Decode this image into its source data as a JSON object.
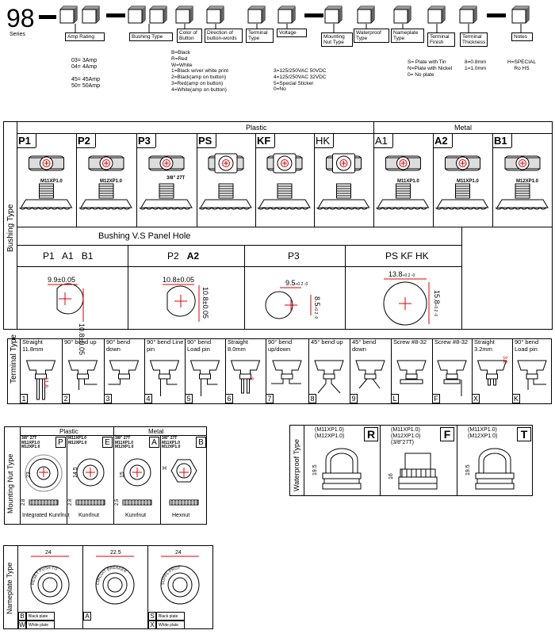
{
  "series": {
    "number": "98",
    "label": "Series"
  },
  "fields": [
    {
      "label": "Amp Rating"
    },
    {
      "label": "Bushing Type"
    },
    {
      "label": "Color of Button"
    },
    {
      "label": "Direction of button-words"
    },
    {
      "label": "Terminal Type"
    },
    {
      "label": "Voltage"
    },
    {
      "label": "Mounting Nut Type"
    },
    {
      "label": "Waterproof Type"
    },
    {
      "label": "Nameplate Type"
    },
    {
      "label": "Terminal Finish"
    },
    {
      "label": "Terminal Thickness"
    },
    {
      "label": "Notes"
    }
  ],
  "amp_options": [
    "03= 3Amp",
    "04= 4Amp",
    ".",
    "45= 45Amp",
    "50= 50Amp"
  ],
  "color_options": [
    "B=Black",
    "R=Red",
    "W=White",
    "1=Black w/ver white print",
    "2=Black(amp on button)",
    "3=Red(amp on button)",
    "4=White(amp on button)"
  ],
  "voltage_options": [
    "3=125/250VAC 50VDC",
    "4=125/250VAC 32VDC",
    "5=Special Sticker",
    "0=No"
  ],
  "finish_options": [
    "S= Plate with Tin",
    "N=Plate with Nickel",
    "0= No plate"
  ],
  "thickness_options": [
    "8=0.8mm",
    "1=1.0mm"
  ],
  "notes_options": [
    "H=SPECIAL",
    "Ro HS"
  ],
  "bushing": {
    "side_label": "Bushing Type",
    "group_plastic": "Plastic",
    "group_metal": "Metal",
    "types": [
      {
        "code": "P1",
        "thread": "M11XP1.0"
      },
      {
        "code": "P2",
        "thread": "M12XP1.0"
      },
      {
        "code": "P3",
        "thread": "3/8\" 27T"
      },
      {
        "code": "PS",
        "thread": ""
      },
      {
        "code": "KF",
        "thread": ""
      },
      {
        "code": "HK",
        "thread": ""
      },
      {
        "code": "A1",
        "thread": "M11XP1.0"
      },
      {
        "code": "A2",
        "thread": "M11XP1.0"
      },
      {
        "code": "B1",
        "thread": "M12XP1.0"
      }
    ],
    "panel_title": "Bushing V.S Panel Hole",
    "panel": [
      {
        "head": "P1   A1   B1",
        "w": "9.9±0.05",
        "h": "10.8±0.05"
      },
      {
        "head": "P2",
        "head_bold": "A2",
        "w": "10.8±0.05",
        "h": "10.8±0.05"
      },
      {
        "head": "P3",
        "w": "9.5",
        "w_tol": "+0.2 -0",
        "h": "8.5",
        "h_tol": "+0.2 -0"
      },
      {
        "head": "PS KF HK",
        "w": "13.8",
        "w_tol": "+0.2 -0",
        "h": "15.8",
        "h_tol": "+0.2 -0"
      }
    ]
  },
  "terminal": {
    "side_label": "Terminal Type",
    "types": [
      {
        "name": "Straight 11.8mm",
        "code": "1",
        "dim": "11.8"
      },
      {
        "name": "90° bend up",
        "code": "2"
      },
      {
        "name": "90° bend down",
        "code": "3"
      },
      {
        "name": "90° bend Line pin",
        "code": "4"
      },
      {
        "name": "90° bend Load pin",
        "code": "5"
      },
      {
        "name": "Straight 8.0mm",
        "code": "6",
        "dim": "8"
      },
      {
        "name": "90° bend up/down",
        "code": "7"
      },
      {
        "name": "45° bend up",
        "code": "8"
      },
      {
        "name": "45° bend down",
        "code": "9"
      },
      {
        "name": "Screw #8-32",
        "code": "L"
      },
      {
        "name": "Screw #8-32",
        "code": "F"
      },
      {
        "name": "Straight 3.2mm",
        "code": "X",
        "dim": "3.2"
      },
      {
        "name": "90° bend Load pin",
        "code": "K"
      }
    ]
  },
  "mounting": {
    "side_label": "Mounting Nut Type",
    "group_plastic": "Plastic",
    "group_metal": "Metal",
    "items": [
      {
        "spec": [
          "3/8\" 27T",
          "M11XP1.0",
          "M12XP1.0"
        ],
        "code": "P",
        "caption": "Integrated Kunrlnut",
        "d": "23",
        "t": "2.8"
      },
      {
        "spec": [
          "M11XP1.0",
          "M12XP1.0"
        ],
        "code": "E",
        "caption": "Kunrlnut",
        "d": "14.5",
        "t": "2.8"
      },
      {
        "spec": [
          "3/8\" 27T",
          "M11XP1.0",
          "M12XP1.0"
        ],
        "code": "A",
        "caption": "Kunrlnut",
        "d": "15",
        "t": "2.5"
      },
      {
        "spec": [
          "3/8\" 27T",
          "M11XP1.0",
          "M12XP1.0"
        ],
        "code": "B",
        "caption": "Hexnut",
        "d": "H"
      }
    ]
  },
  "waterproof": {
    "side_label": "Waterproof Type",
    "items": [
      {
        "spec": [
          "(M11XP1.0)",
          "(M12XP1.0)"
        ],
        "code": "R",
        "dim": "19.5"
      },
      {
        "spec": [
          "(M11XP1.0)",
          "(M12XP1.0)",
          "(3/8\"27T)"
        ],
        "code": "F",
        "dim": "16"
      },
      {
        "spec": [
          "(M11XP1.0)",
          "(M12XP1.0)"
        ],
        "code": "T",
        "dim": "19.5"
      }
    ]
  },
  "nameplate": {
    "side_label": "Nameplate Type",
    "items": [
      {
        "dim": "24",
        "code_rows": [
          [
            "B",
            "Black plate"
          ],
          [
            "W",
            "White plate"
          ]
        ]
      },
      {
        "dim": "22.5",
        "code_rows": [
          [
            "A",
            ""
          ]
        ]
      },
      {
        "dim": "24",
        "code_rows": [
          [
            "S",
            "Black plate"
          ],
          [
            "X",
            "White plate"
          ]
        ]
      }
    ],
    "ring_texts": [
      "RESET PUSH TO",
      "CIRCUIT BREAKER",
      "SUPPL PROT"
    ]
  }
}
